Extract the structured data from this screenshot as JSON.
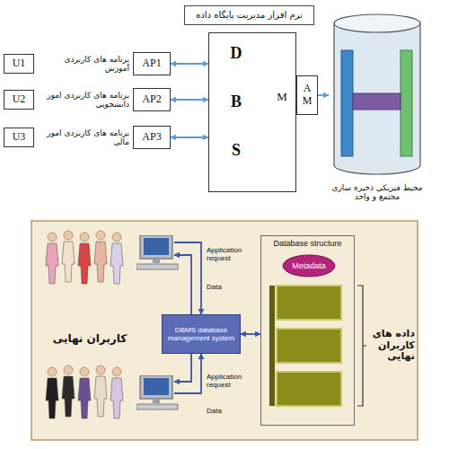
{
  "diagram": {
    "nodes": [
      {
        "text": [
          "نرم افزار مدیریت پایگاه داده"
        ]
      },
      {
        "text": [
          "U1"
        ]
      },
      {
        "text": [
          "U2"
        ]
      },
      {
        "text": [
          "U3"
        ]
      },
      {
        "text": [
          "AP1"
        ]
      },
      {
        "text": [
          "AP2"
        ]
      },
      {
        "text": [
          "AP3"
        ]
      },
      {
        "text": [
          "D",
          "B",
          "S",
          "M"
        ]
      },
      {
        "text": [
          "A",
          "M"
        ]
      },
      {
        "text": [
          "محیط فیزیکی ذخیره سازی مجتمع و واحد"
        ]
      },
      {
        "text": [
          "DBMS database management system"
        ]
      },
      {
        "text": [
          "Database structure"
        ]
      },
      {
        "text": [
          "Metadata"
        ],
        "in": 11
      }
    ],
    "edges": [
      {
        "from": 4,
        "to": 7,
        "arrow": "both"
      },
      {
        "from": 5,
        "to": 7,
        "arrow": "both"
      },
      {
        "from": 6,
        "to": 7,
        "arrow": "both"
      },
      {
        "from": 8,
        "to": 9,
        "arrow": "to"
      },
      {
        "from": 10,
        "to": 11,
        "arrow": "both"
      }
    ],
    "labels": [
      "برنامه های کاربردی آموزش",
      "برنامه های کاربردی امور دانشجویی",
      "برنامه های کاربردی امور مالی",
      "کاربران نهایی",
      "Application request",
      "Data",
      "Application request",
      "Data",
      "داده های کاربران نهایی"
    ]
  }
}
